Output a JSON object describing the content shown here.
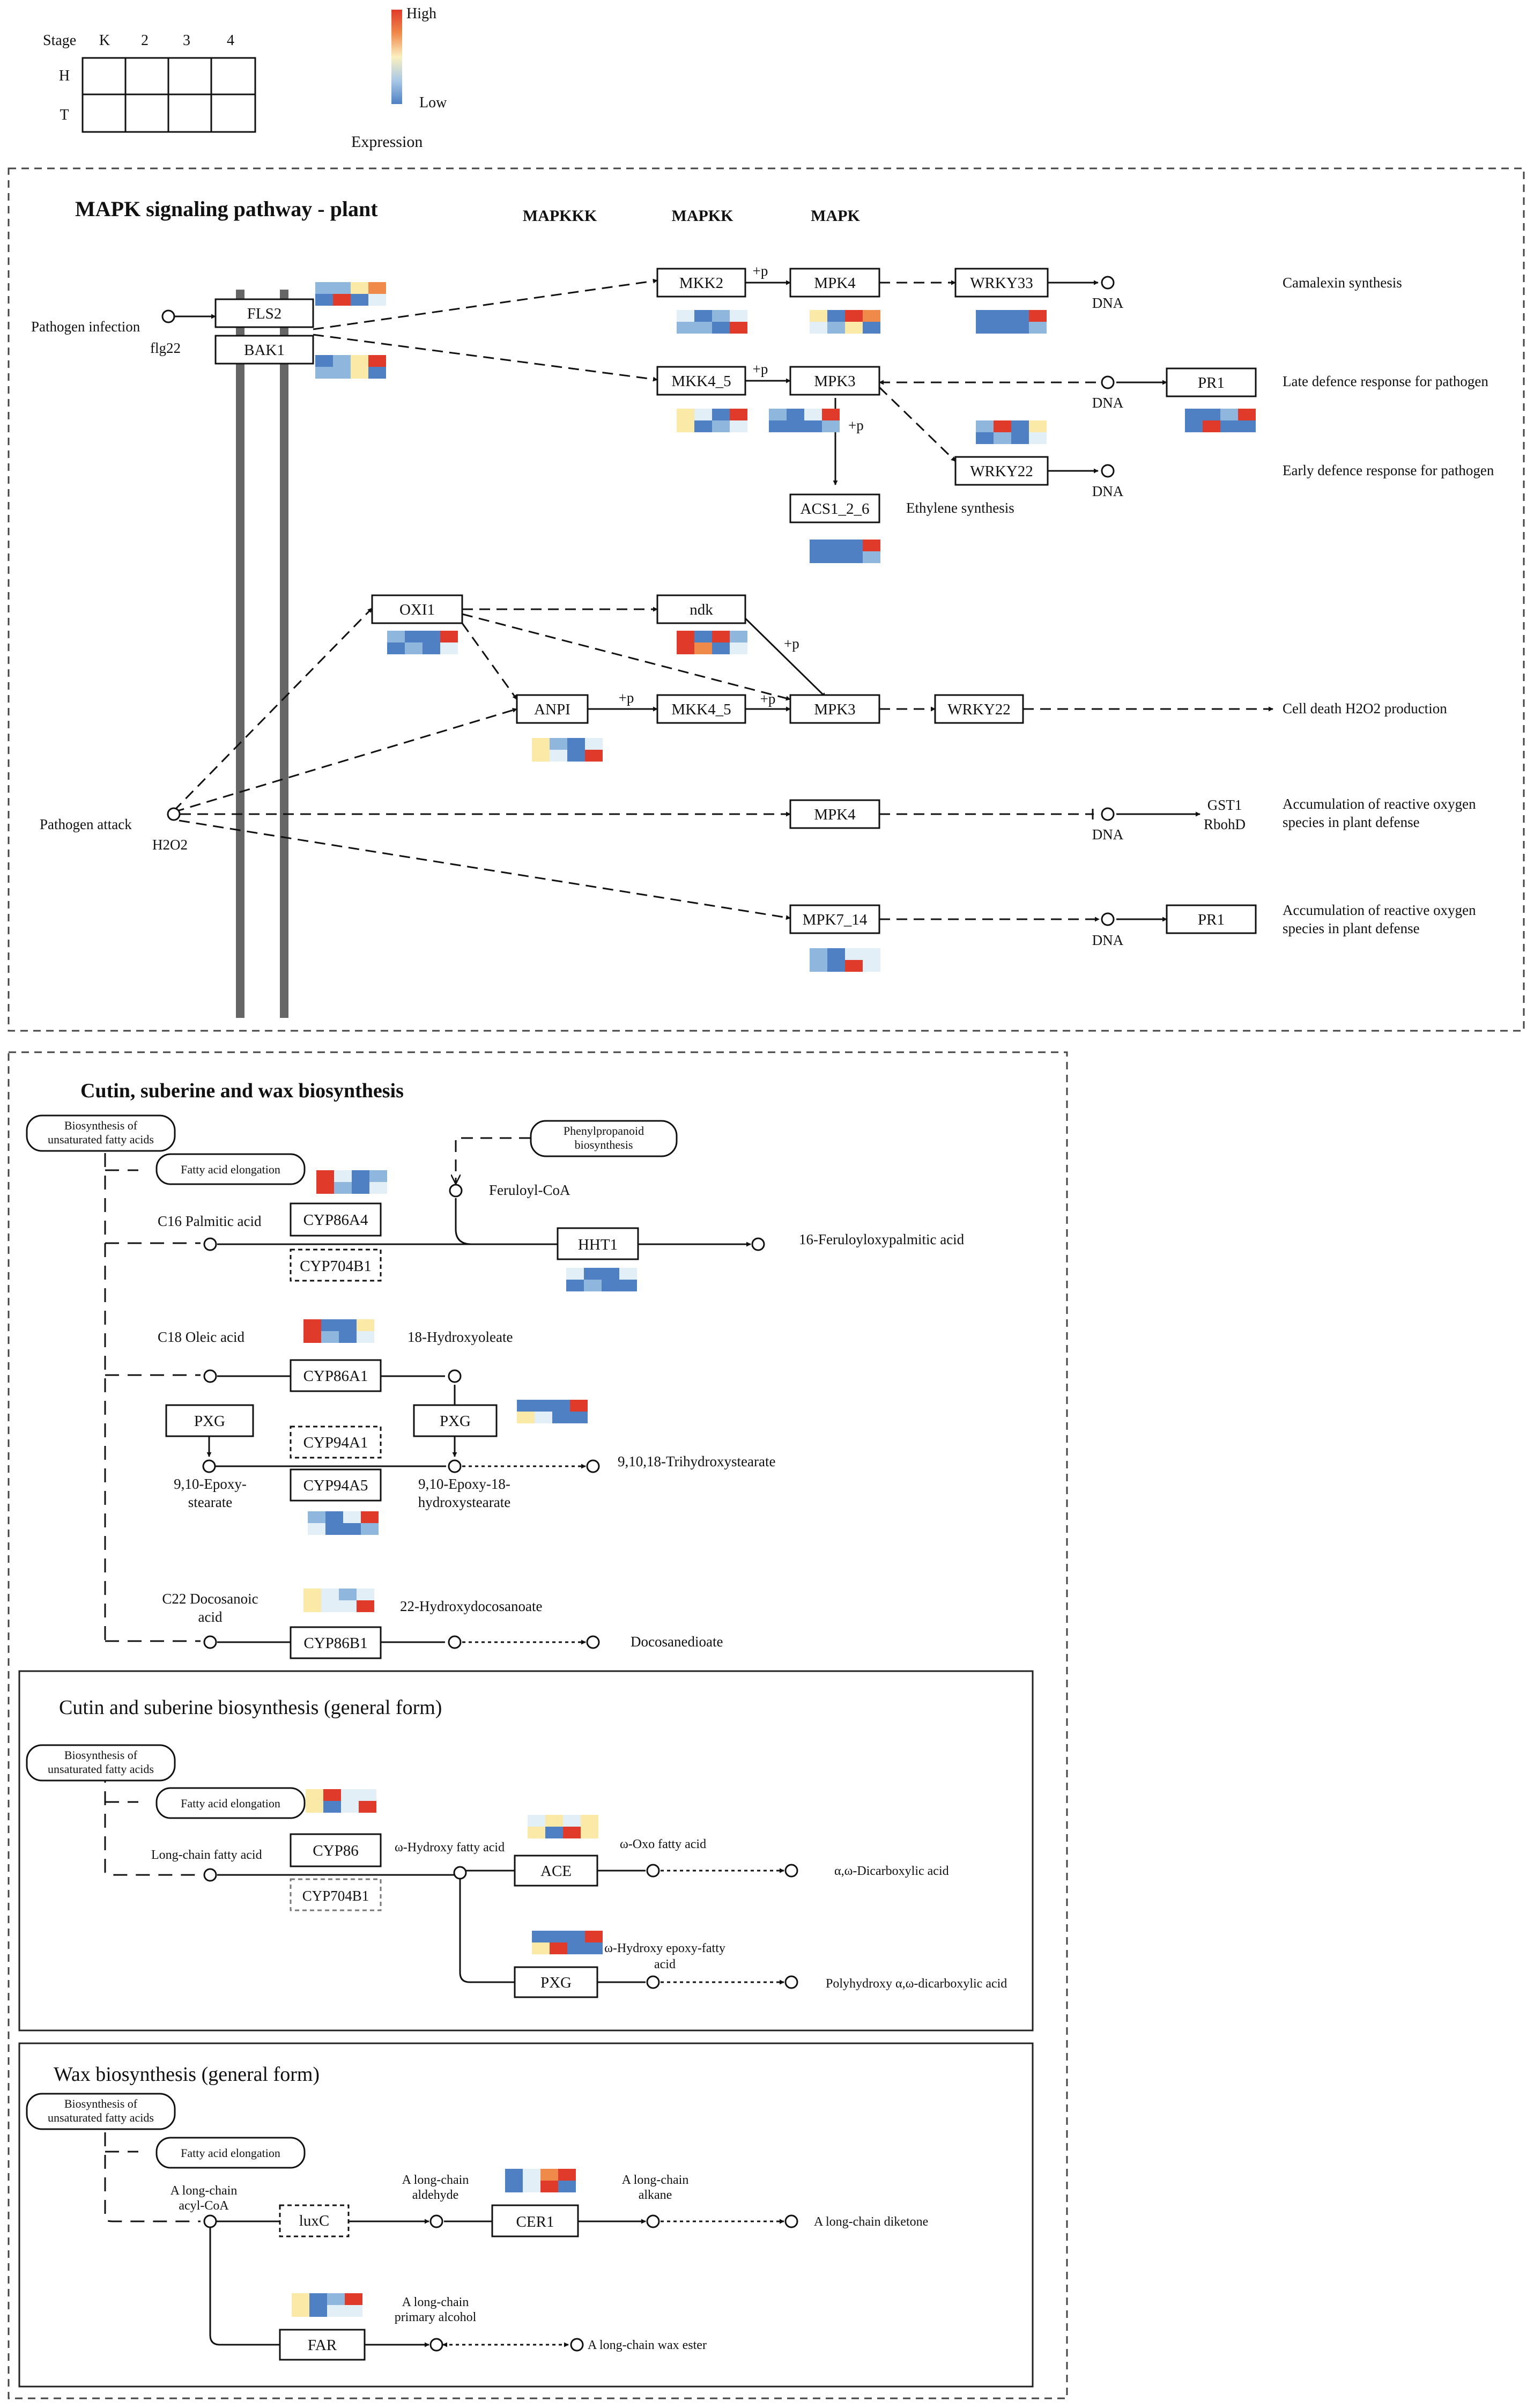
{
  "legend": {
    "stage_label": "Stage",
    "stages": [
      "K",
      "2",
      "3",
      "4"
    ],
    "rows": [
      "H",
      "T"
    ],
    "high": "High",
    "low": "Low",
    "expression": "Expression"
  },
  "colors": {
    "red": "#e03b2a",
    "orange": "#f08a4b",
    "yellow": "#fbe9a8",
    "pale": "#e3eff7",
    "lightblue": "#8fb6dc",
    "blue": "#4e80c3",
    "black": "#111111",
    "pillar": "#666666"
  },
  "mapk": {
    "title": "MAPK signaling pathway - plant",
    "headers": {
      "mapkkk": "MAPKKK",
      "mapkk": "MAPKK",
      "mapk": "MAPK"
    },
    "nodes": {
      "fls2": "FLS2",
      "bak1": "BAK1",
      "mkk2": "MKK2",
      "mpk4_top": "MPK4",
      "wrky33": "WRKY33",
      "mkk4_5_top": "MKK4_5",
      "mpk3_top": "MPK3",
      "pr1_top": "PR1",
      "wrky22_top": "WRKY22",
      "acs": "ACS1_2_6",
      "oxi1": "OXI1",
      "ndk": "ndk",
      "anpi": "ANPI",
      "mkk4_5_mid": "MKK4_5",
      "mpk3_mid": "MPK3",
      "wrky22_mid": "WRKY22",
      "mpk4_low": "MPK4",
      "mpk7_14": "MPK7_14",
      "pr1_low": "PR1"
    },
    "labels": {
      "pathogen_infection": "Pathogen infection",
      "flg22": "flg22",
      "pathogen_attack": "Pathogen attack",
      "h2o2": "H2O2",
      "dna": "DNA",
      "plus_p": "+p",
      "camalexin": "Camalexin synthesis",
      "late_defence": "Late defence response for pathogen",
      "early_defence": "Early defence response for pathogen",
      "ethylene": "Ethylene synthesis",
      "cell_death": "Cell death H2O2 production",
      "gst1": "GST1",
      "rbohd": "RbohD",
      "ros_line1": "Accumulation of reactive oxygen",
      "ros_line2": "species in plant defense"
    }
  },
  "cutin": {
    "title": "Cutin, suberine and wax biosynthesis",
    "bio_unsat_line1": "Biosynthesis of",
    "bio_unsat_line2": "unsaturated fatty acids",
    "fatty_acid_elongation": "Fatty acid elongation",
    "phenyl_line1": "Phenylpropanoid",
    "phenyl_line2": "biosynthesis",
    "feruloyl_coa": "Feruloyl-CoA",
    "c16": "C16 Palmitic acid",
    "cyp86a4": "CYP86A4",
    "cyp704b1": "CYP704B1",
    "hht1": "HHT1",
    "feruloyloxy": "16-Feruloyloxypalmitic acid",
    "c18": "C18 Oleic acid",
    "hydroxyoleate": "18-Hydroxyoleate",
    "cyp86a1": "CYP86A1",
    "pxg": "PXG",
    "cyp94a1": "CYP94A1",
    "cyp94a5": "CYP94A5",
    "epoxy_line1": "9,10-Epoxy-",
    "epoxy_line2": "stearate",
    "epoxy18_line1": "9,10-Epoxy-18-",
    "epoxy18_line2": "hydroxystearate",
    "trihydroxy": "9,10,18-Trihydroxystearate",
    "c22_line1": "C22 Docosanoic",
    "c22_line2": "acid",
    "hydroxydocosanoate": "22-Hydroxydocosanoate",
    "cyp86b1": "CYP86B1",
    "docosanedioate": "Docosanedioate"
  },
  "general": {
    "title": "Cutin and suberine biosynthesis (general form)",
    "long_chain_fatty_acid": "Long-chain fatty acid",
    "cyp86": "CYP86",
    "cyp704b1": "CYP704B1",
    "omega_hydroxy": "ω-Hydroxy fatty acid",
    "ace": "ACE",
    "omega_oxo": "ω-Oxo fatty acid",
    "dicarboxylic": "α,ω-Dicarboxylic acid",
    "epoxy_line1": "ω-Hydroxy epoxy-fatty",
    "epoxy_line2": "acid",
    "pxg": "PXG",
    "polyhydroxy": "Polyhydroxy α,ω-dicarboxylic acid"
  },
  "wax": {
    "title": "Wax biosynthesis (general form)",
    "acyl_line1": "A long-chain",
    "acyl_line2": "acyl-CoA",
    "luxc": "luxC",
    "aldehyde_line1": "A long-chain",
    "aldehyde_line2": "aldehyde",
    "cer1": "CER1",
    "alkane_line1": "A long-chain",
    "alkane_line2": "alkane",
    "diketone": "A long-chain diketone",
    "alcohol_line1": "A long-chain",
    "alcohol_line2": "primary alcohol",
    "far": "FAR",
    "wax_ester": "A long-chain wax ester"
  },
  "heatmaps": [
    {
      "name": "heatmap-fls2",
      "cells": [
        "lightblue",
        "lightblue",
        "yellow",
        "orange",
        "blue",
        "red",
        "blue",
        "pale"
      ]
    },
    {
      "name": "heatmap-bak1",
      "cells": [
        "blue",
        "lightblue",
        "yellow",
        "red",
        "lightblue",
        "lightblue",
        "yellow",
        "blue"
      ]
    },
    {
      "name": "heatmap-mkk2",
      "cells": [
        "pale",
        "blue",
        "lightblue",
        "pale",
        "lightblue",
        "lightblue",
        "blue",
        "red"
      ]
    },
    {
      "name": "heatmap-mpk4",
      "cells": [
        "yellow",
        "blue",
        "red",
        "orange",
        "pale",
        "lightblue",
        "yellow",
        "blue"
      ]
    },
    {
      "name": "heatmap-wrky33",
      "cells": [
        "blue",
        "blue",
        "blue",
        "red",
        "blue",
        "blue",
        "blue",
        "lightblue"
      ]
    },
    {
      "name": "heatmap-mkk4-5",
      "cells": [
        "yellow",
        "pale",
        "blue",
        "red",
        "yellow",
        "blue",
        "lightblue",
        "pale"
      ]
    },
    {
      "name": "heatmap-mpk3",
      "cells": [
        "lightblue",
        "blue",
        "pale",
        "red",
        "blue",
        "blue",
        "blue",
        "lightblue"
      ]
    },
    {
      "name": "heatmap-pr1",
      "cells": [
        "blue",
        "blue",
        "lightblue",
        "red",
        "blue",
        "red",
        "blue",
        "blue"
      ]
    },
    {
      "name": "heatmap-wrky22",
      "cells": [
        "lightblue",
        "red",
        "blue",
        "yellow",
        "blue",
        "lightblue",
        "blue",
        "pale"
      ]
    },
    {
      "name": "heatmap-acs",
      "cells": [
        "blue",
        "blue",
        "blue",
        "red",
        "blue",
        "blue",
        "blue",
        "lightblue"
      ]
    },
    {
      "name": "heatmap-oxi1",
      "cells": [
        "lightblue",
        "blue",
        "blue",
        "red",
        "blue",
        "lightblue",
        "blue",
        "pale"
      ]
    },
    {
      "name": "heatmap-ndk",
      "cells": [
        "red",
        "blue",
        "red",
        "lightblue",
        "red",
        "orange",
        "blue",
        "pale"
      ]
    },
    {
      "name": "heatmap-anpi",
      "cells": [
        "yellow",
        "lightblue",
        "blue",
        "pale",
        "yellow",
        "pale",
        "blue",
        "red"
      ]
    },
    {
      "name": "heatmap-mpk7-14",
      "cells": [
        "lightblue",
        "blue",
        "pale",
        "pale",
        "lightblue",
        "blue",
        "red",
        "pale"
      ]
    },
    {
      "name": "heatmap-cyp86a4",
      "cells": [
        "red",
        "pale",
        "blue",
        "lightblue",
        "red",
        "lightblue",
        "blue",
        "pale"
      ]
    },
    {
      "name": "heatmap-hht1",
      "cells": [
        "pale",
        "blue",
        "blue",
        "pale",
        "blue",
        "lightblue",
        "blue",
        "blue"
      ]
    },
    {
      "name": "heatmap-cyp86a1",
      "cells": [
        "red",
        "blue",
        "blue",
        "yellow",
        "red",
        "lightblue",
        "blue",
        "pale"
      ]
    },
    {
      "name": "heatmap-pxg",
      "cells": [
        "blue",
        "blue",
        "blue",
        "red",
        "yellow",
        "pale",
        "blue",
        "blue"
      ]
    },
    {
      "name": "heatmap-cyp94a5",
      "cells": [
        "lightblue",
        "blue",
        "pale",
        "red",
        "pale",
        "blue",
        "blue",
        "lightblue"
      ]
    },
    {
      "name": "heatmap-cyp86b1",
      "cells": [
        "yellow",
        "pale",
        "lightblue",
        "pale",
        "yellow",
        "pale",
        "pale",
        "red"
      ]
    },
    {
      "name": "heatmap-general-elongation",
      "cells": [
        "yellow",
        "red",
        "pale",
        "pale",
        "yellow",
        "blue",
        "pale",
        "red"
      ]
    },
    {
      "name": "heatmap-ace",
      "cells": [
        "pale",
        "yellow",
        "pale",
        "yellow",
        "yellow",
        "blue",
        "red",
        "yellow"
      ]
    },
    {
      "name": "heatmap-general-pxg",
      "cells": [
        "blue",
        "blue",
        "blue",
        "red",
        "yellow",
        "red",
        "blue",
        "blue"
      ]
    },
    {
      "name": "heatmap-cer1",
      "cells": [
        "blue",
        "pale",
        "orange",
        "red",
        "blue",
        "pale",
        "red",
        "blue"
      ]
    },
    {
      "name": "heatmap-far",
      "cells": [
        "yellow",
        "blue",
        "lightblue",
        "red",
        "yellow",
        "blue",
        "pale",
        "pale"
      ]
    }
  ]
}
